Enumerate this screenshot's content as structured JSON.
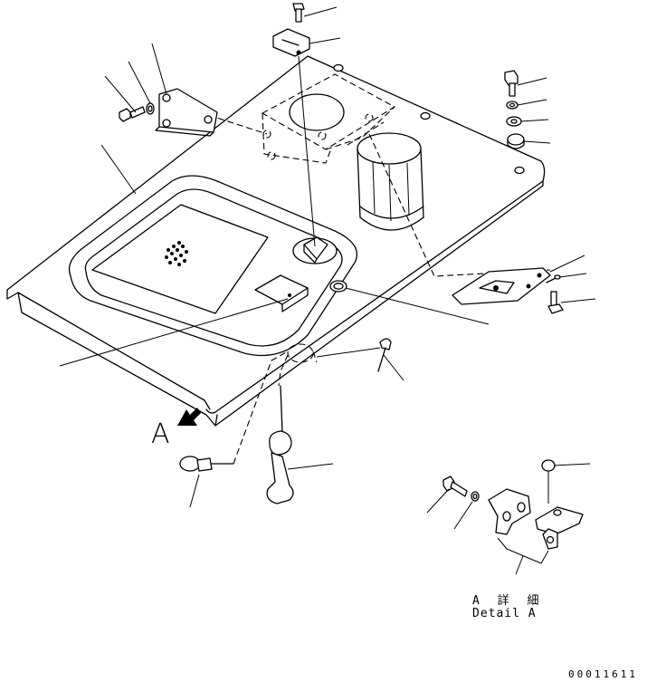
{
  "labels": {
    "view_marker": "A",
    "detail_title_jp": "A 詳 細",
    "detail_title_en": "Detail A",
    "drawing_number": "00011611"
  },
  "colors": {
    "line": "#000000",
    "background": "#ffffff"
  }
}
